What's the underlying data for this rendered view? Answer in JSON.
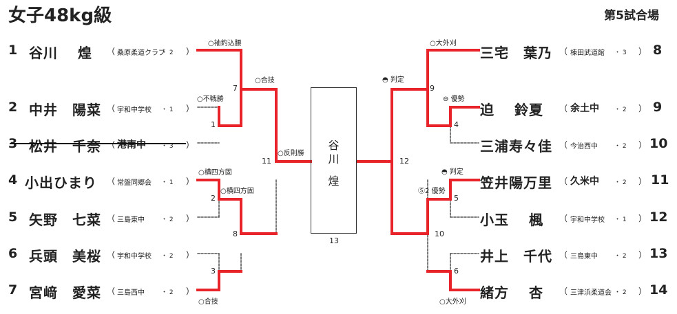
{
  "title": "女子48kg級",
  "venue": "第5試合場",
  "champion": {
    "line1": "谷",
    "line2": "川",
    "line3": "煌",
    "match_no": "13"
  },
  "left": [
    {
      "no": "1",
      "name": "谷川　 煌",
      "team": "桑原柔道クラブ",
      "grade": "・ 2",
      "big": false
    },
    {
      "no": "2",
      "name": "中井　陽菜",
      "team": "宇和中学校",
      "grade": "・ 1",
      "big": false
    },
    {
      "no": "3",
      "name": "松井　千奈",
      "team": "港南中",
      "grade": "・ 3",
      "big": true
    },
    {
      "no": "4",
      "name": "小出ひまり",
      "team": "常盤同郷会",
      "grade": "・ 1",
      "big": false
    },
    {
      "no": "5",
      "name": "矢野　七菜",
      "team": "三島東中",
      "grade": "・ 2",
      "big": false
    },
    {
      "no": "6",
      "name": "兵頭　美桜",
      "team": "宇和中学校",
      "grade": "・ 2",
      "big": false
    },
    {
      "no": "7",
      "name": "宮﨑　愛菜",
      "team": "三島西中",
      "grade": "・ 2",
      "big": false
    }
  ],
  "right": [
    {
      "no": "8",
      "name": "三宅　葉乃",
      "team": "棟田武道館",
      "grade": "・ 3",
      "big": false
    },
    {
      "no": "9",
      "name": "迫　 鈴夏",
      "team": "余土中",
      "grade": "・ 2",
      "big": true
    },
    {
      "no": "10",
      "name": "三浦寿々佳",
      "team": "今治西中",
      "grade": "・ 2",
      "big": false
    },
    {
      "no": "11",
      "name": "笠井陽万里",
      "team": "久米中",
      "grade": "・ 2",
      "big": true
    },
    {
      "no": "12",
      "name": "小玉　 楓",
      "team": "宇和中学校",
      "grade": "・ 1",
      "big": false
    },
    {
      "no": "13",
      "name": "井上　千代",
      "team": "三島東中",
      "grade": "・ 2",
      "big": false
    },
    {
      "no": "14",
      "name": "緒方　 杏",
      "team": "三津浜柔道会",
      "grade": "・ 2",
      "big": false
    }
  ],
  "matches": [
    {
      "no": "1"
    },
    {
      "no": "2"
    },
    {
      "no": "3"
    },
    {
      "no": "4"
    },
    {
      "no": "5"
    },
    {
      "no": "6"
    },
    {
      "no": "7"
    },
    {
      "no": "8"
    },
    {
      "no": "9"
    },
    {
      "no": "10"
    },
    {
      "no": "11"
    },
    {
      "no": "12"
    }
  ],
  "results": [
    {
      "text": "○袖釣込腰"
    },
    {
      "text": "○不戦勝"
    },
    {
      "text": "○合技"
    },
    {
      "text": "○横四方固"
    },
    {
      "text": "○横四方固"
    },
    {
      "text": "○合技"
    },
    {
      "text": "○反則勝"
    },
    {
      "text": "○大外刈"
    },
    {
      "text": "◓ 判定"
    },
    {
      "text": "⊖ 優勢"
    },
    {
      "text": "◓ 判定"
    },
    {
      "text": "Ⓢ2 優勢"
    },
    {
      "text": "○大外刈"
    }
  ],
  "colors": {
    "winner": "#e8232a",
    "loser": "#333333"
  }
}
